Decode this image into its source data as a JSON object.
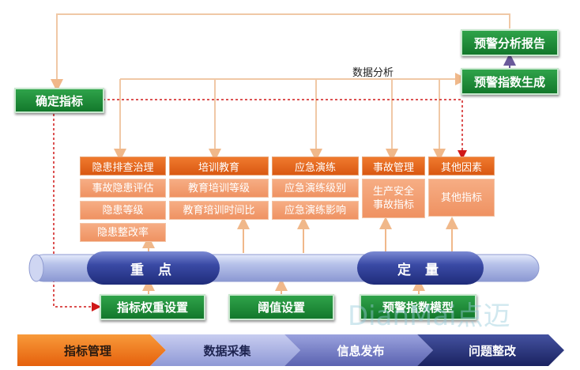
{
  "top_right": {
    "report": "预警分析报告",
    "index_gen": "预警指数生成"
  },
  "left": {
    "confirm": "确定指标"
  },
  "data_analysis": "数据分析",
  "categories": [
    {
      "head": "隐患排查治理",
      "items": [
        "事故隐患评估",
        "隐患等级",
        "隐患整改率"
      ]
    },
    {
      "head": "培训教育",
      "items": [
        "教育培训等级",
        "教育培训时间比"
      ]
    },
    {
      "head": "应急演练",
      "items": [
        "应急演练级别",
        "应急演练影响"
      ]
    },
    {
      "head": "事故管理",
      "items": [
        "生产安全\n事故指标"
      ]
    },
    {
      "head": "其他因素",
      "items": [
        "其他指标"
      ]
    }
  ],
  "pipe": {
    "left_label": "重 点",
    "right_label": "定 量"
  },
  "bottom_boxes": {
    "weight": "指标权重设置",
    "threshold": "阈值设置",
    "model": "预警指数模型"
  },
  "watermark": "DianMai点迈",
  "process": [
    "指标管理",
    "数据采集",
    "信息发布",
    "问题整改"
  ],
  "colors": {
    "green": "#1a8a34",
    "orange_head": "#e7661f",
    "orange_cell": "#f29d6e",
    "pipe": "#aeb9e6",
    "pipe_dark": "#3d4fa8",
    "arrow_orange": "#f0b88a",
    "dashed_red": "#d01818",
    "step1": "#f07a1e",
    "step2": "#9aa4dc",
    "step3": "#6d76c0",
    "step4": "#26306e"
  }
}
